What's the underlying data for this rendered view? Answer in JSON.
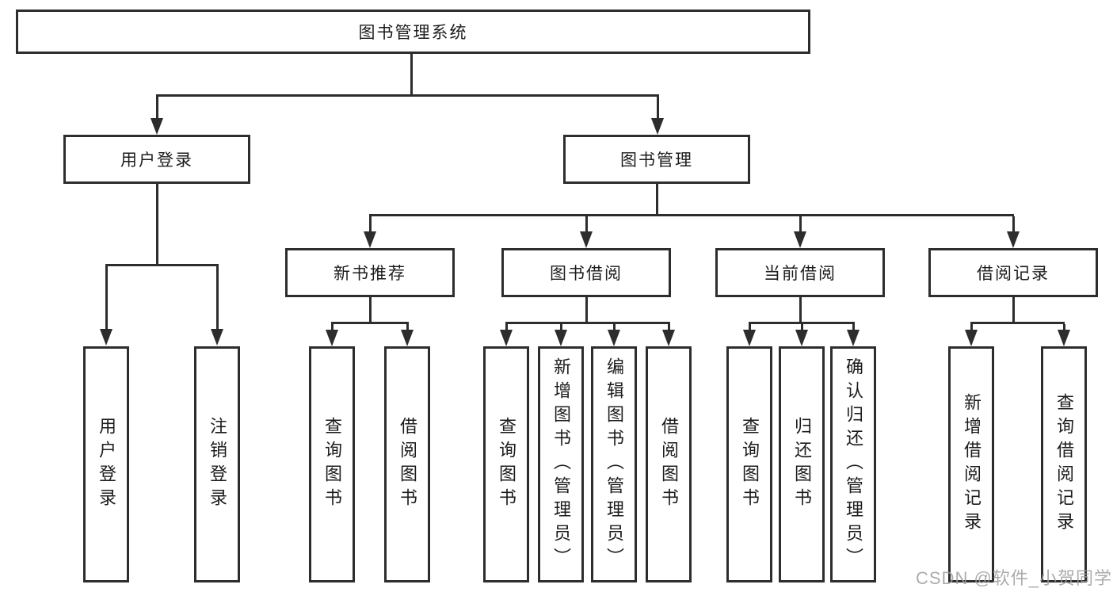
{
  "diagram": {
    "type": "tree",
    "root": {
      "label": "图书管理系统",
      "children": [
        {
          "label": "用户登录",
          "children": [
            {
              "label": "用户登录"
            },
            {
              "label": "注销登录"
            }
          ]
        },
        {
          "label": "图书管理",
          "children": [
            {
              "label": "新书推荐",
              "children": [
                {
                  "label": "查询图书"
                },
                {
                  "label": "借阅图书"
                }
              ]
            },
            {
              "label": "图书借阅",
              "children": [
                {
                  "label": "查询图书"
                },
                {
                  "label": "新增图书（管理员）"
                },
                {
                  "label": "编辑图书（管理员）"
                },
                {
                  "label": "借阅图书"
                }
              ]
            },
            {
              "label": "当前借阅",
              "children": [
                {
                  "label": "查询图书"
                },
                {
                  "label": "归还图书"
                },
                {
                  "label": "确认归还（管理员）"
                }
              ]
            },
            {
              "label": "借阅记录",
              "children": [
                {
                  "label": "新增借阅记录"
                },
                {
                  "label": "查询借阅记录"
                }
              ]
            }
          ]
        }
      ]
    },
    "line_color": "#2d2d2d",
    "background_color": "#ffffff"
  },
  "watermark": {
    "text": "CSDN @软件_小贺同学"
  }
}
